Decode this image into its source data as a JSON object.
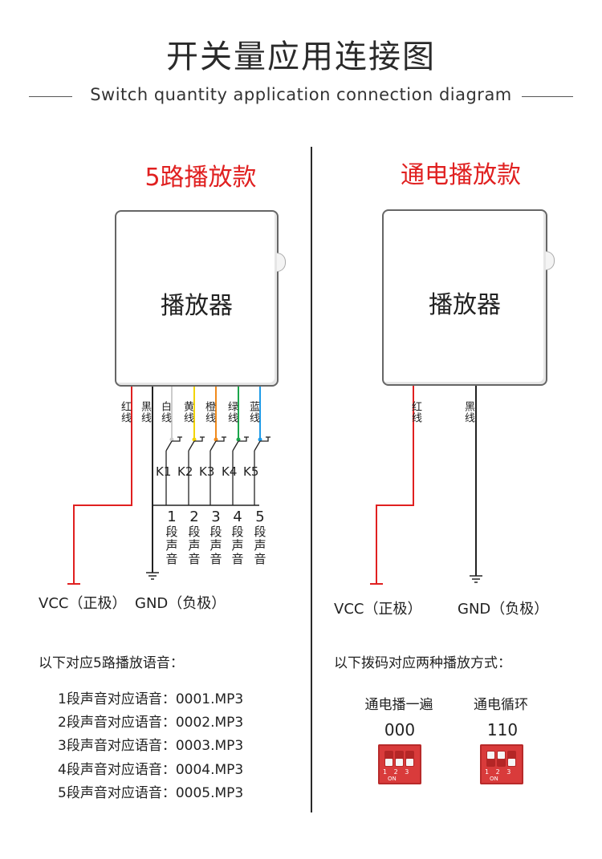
{
  "header": {
    "title": "开关量应用连接图",
    "subtitle": "Switch quantity application connection diagram"
  },
  "left": {
    "title": "5路播放款",
    "device_label": "播放器",
    "wires": [
      {
        "label": "红线",
        "color": "#e02020"
      },
      {
        "label": "黑线",
        "color": "#222222"
      },
      {
        "label": "白线",
        "color": "#cccccc"
      },
      {
        "label": "黄线",
        "color": "#f2d400"
      },
      {
        "label": "橙线",
        "color": "#f08a1c"
      },
      {
        "label": "绿线",
        "color": "#1aa64a"
      },
      {
        "label": "蓝线",
        "color": "#1e9be8"
      }
    ],
    "switches": [
      "K1",
      "K2",
      "K3",
      "K4",
      "K5"
    ],
    "segments": [
      {
        "num": "1",
        "text": "段声音"
      },
      {
        "num": "2",
        "text": "段声音"
      },
      {
        "num": "3",
        "text": "段声音"
      },
      {
        "num": "4",
        "text": "段声音"
      },
      {
        "num": "5",
        "text": "段声音"
      }
    ],
    "vcc": "VCC（正极）",
    "gnd": "GND（负极）",
    "info_heading": "以下对应5路播放语音：",
    "file_lines": [
      "1段声音对应语音：0001.MP3",
      "2段声音对应语音：0002.MP3",
      "3段声音对应语音：0003.MP3",
      "4段声音对应语音：0004.MP3",
      "5段声音对应语音：0005.MP3"
    ]
  },
  "right": {
    "title": "通电播放款",
    "device_label": "播放器",
    "wires": [
      {
        "label": "红线",
        "color": "#e02020"
      },
      {
        "label": "黑线",
        "color": "#222222"
      }
    ],
    "vcc": "VCC（正极）",
    "gnd": "GND（负极）",
    "info_heading": "以下拨码对应两种播放方式：",
    "modes": [
      {
        "caption": "通电播一遍",
        "code": "000",
        "levers": [
          0,
          0,
          0
        ]
      },
      {
        "caption": "通电循环",
        "code": "110",
        "levers": [
          1,
          1,
          0
        ]
      }
    ],
    "dip_numbers": "1 2 3",
    "dip_on": "ON"
  }
}
